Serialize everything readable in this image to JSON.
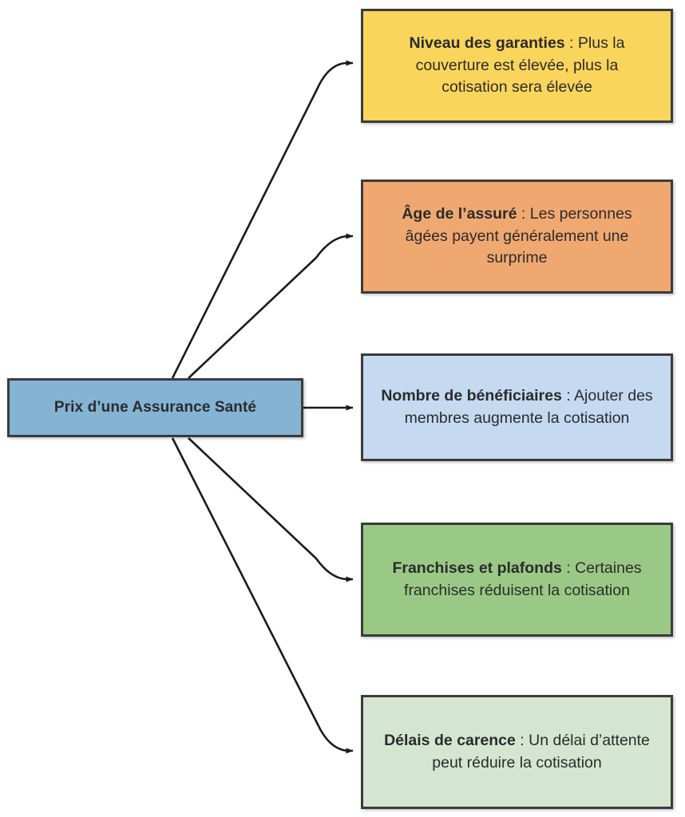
{
  "diagram": {
    "title": "Prix d'une Assurance Santé",
    "type": "mind-map",
    "background_color": "#ffffff",
    "edge_color": "#1a1a1a",
    "border_color": "#3b3b3b"
  },
  "source_node": {
    "label": "Prix d’une Assurance Santé",
    "fill_color": "#84b3d4",
    "name": "prix-assurance-sante"
  },
  "factors": [
    {
      "name": "niveau-des-garanties",
      "lead": "Niveau des garanties",
      "separator": " : ",
      "body": "Plus la couverture est élevée, plus la cotisation sera élevée",
      "full_text": "Niveau des garanties : Plus la couverture est élevée, plus la cotisation sera élevée",
      "fill_color": "#fad55c"
    },
    {
      "name": "age-de-l-assure",
      "lead": "Âge de l’assuré",
      "separator": " : ",
      "body": "Les personnes âgées payent généralement une surprime",
      "full_text": "Âge de l’assuré : Les personnes âgées payent généralement une surprime",
      "fill_color": "#f0a871"
    },
    {
      "name": "nombre-de-beneficiaires",
      "lead": "Nombre de bénéficiaires",
      "separator": " : ",
      "body": "Ajouter des membres augmente la cotisation",
      "full_text": "Nombre de bénéficiaires : Ajouter des membres augmente la cotisation",
      "fill_color": "#c5d9f1"
    },
    {
      "name": "franchises-et-plafonds",
      "lead": "Franchises et plafonds",
      "separator": " : ",
      "body": "Certaines franchises réduisent la cotisation",
      "full_text": "Franchises et plafonds : Certaines franchises réduisent la cotisation",
      "fill_color": "#9ac986"
    },
    {
      "name": "delais-de-carence",
      "lead": "Délais de carence",
      "separator": " : ",
      "body": "Un délai d’attente peut réduire la cotisation",
      "full_text": "Délais de carence : Un délai d’attente peut réduire la cotisation",
      "fill_color": "#d4e6d0"
    }
  ],
  "edges": [
    {
      "name": "edge-to-niveau-des-garanties",
      "from": "prix-assurance-sante",
      "to": "niveau-des-garanties"
    },
    {
      "name": "edge-to-age-de-l-assure",
      "from": "prix-assurance-sante",
      "to": "age-de-l-assure"
    },
    {
      "name": "edge-to-nombre-de-beneficiaires",
      "from": "prix-assurance-sante",
      "to": "nombre-de-beneficiaires"
    },
    {
      "name": "edge-to-franchises-et-plafonds",
      "from": "prix-assurance-sante",
      "to": "franchises-et-plafonds"
    },
    {
      "name": "edge-to-delais-de-carence",
      "from": "prix-assurance-sante",
      "to": "delais-de-carence"
    }
  ]
}
